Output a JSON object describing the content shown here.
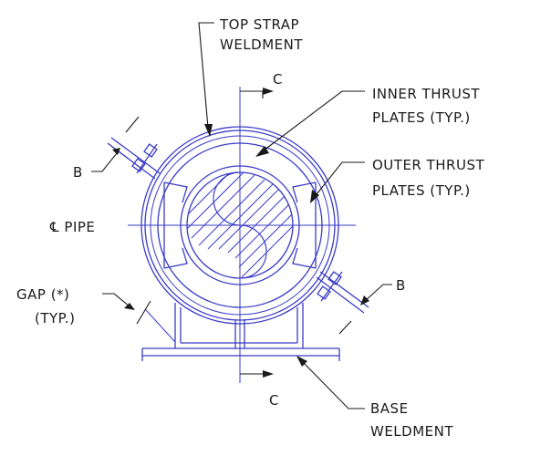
{
  "labels": {
    "top_strap_1": "TOP STRAP",
    "top_strap_2": "WELDMENT",
    "section_c_top": "C",
    "inner_thrust_1": "INNER THRUST",
    "inner_thrust_2": "PLATES (TYP.)",
    "outer_thrust_1": "OUTER THRUST",
    "outer_thrust_2": "PLATES (TYP.)",
    "b_left": "B",
    "cl_pipe": "℄ PIPE",
    "b_right": "B",
    "gap_1": "GAP (*)",
    "gap_2": "(TYP.)",
    "section_c_bottom": "C",
    "base_1": "BASE",
    "base_2": "WELDMENT"
  },
  "colors": {
    "geometry": "#3b3bc8",
    "annotation": "#1a1a1a",
    "background": "#ffffff"
  }
}
